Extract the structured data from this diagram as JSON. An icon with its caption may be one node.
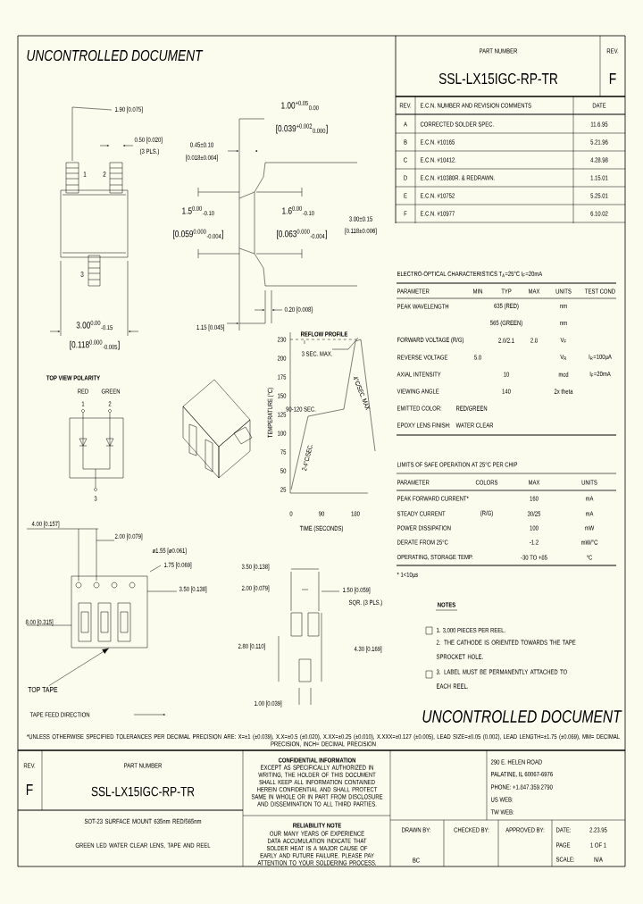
{
  "diagram": {
    "nodes": [
      {
        "text": [
          "TOP TAPE"
        ]
      },
      {
        "text": [],
        "shape": "box"
      }
    ],
    "edges": [
      {
        "from": 0,
        "to": 1,
        "arrow": "to"
      }
    ],
    "labels": [
      "UNCONTROLLED DOCUMENT",
      "PART NUMBER",
      "SSL-LX15IGC-RP-TR",
      "REV.",
      "F",
      "REV.",
      "E.C.N. NUMBER AND REVISION COMMENTS",
      "DATE",
      "A",
      "CORRECTED SOLDER SPEC.",
      "11.6.95",
      "B",
      "E.C.N. #10165",
      "5.21.96",
      "C",
      "E.C.N. #10412.",
      "4.28.98",
      "D",
      "E.C.N. #10380R. & REDRAWN.",
      "1.15.01",
      "E",
      "E.C.N. #10752",
      "5.25.01",
      "F",
      "E.C.N. #10977",
      "6.10.02",
      "ELECTRO-OPTICAL CHARACTERISTICS T$_{A}$=25°C     I$_{F}$=20mA",
      "PARAMETER",
      "MIN",
      "TYP",
      "MAX",
      "UNITS",
      "TEST COND",
      "PEAK WAVELENGTH",
      "635 (RED)",
      "nm",
      "565 (GREEN)",
      "nm",
      "FORWARD VOLTAGE (R/G)",
      "2.0/2.1",
      "2.8",
      "V$_{F}$",
      "REVERSE VOLTAGE",
      "5.0",
      "V$_{R}$",
      "I$_{R}$=100µA",
      "AXIAL INTENSITY",
      "10",
      "mcd",
      "I$_{F}$=20mA",
      "VIEWING ANGLE",
      "140",
      "2x theta",
      "EMITTED COLOR:",
      "RED/GREEN",
      "EPOXY LENS FINISH:",
      "WATER CLEAR",
      "LIMITS OF SAFE OPERATION AT 25°C PER CHIP",
      "PARAMETER",
      "COLORS",
      "MAX",
      "UNITS",
      "PEAK FORWARD CURRENT*",
      "160",
      "mA",
      "STEADY CURRENT",
      "(R/G)",
      "30/25",
      "mA",
      "POWER DISSIPATION",
      "100",
      "mW",
      "DERATE FROM 25°C",
      "-1.2",
      "mW/°C",
      "OPERATING, STORAGE TEMP.",
      "-30 TO +85",
      "°C",
      "* 1<10µs",
      "NOTES",
      "1. 3,000 PIECES PER REEL.",
      "2. THE CATHODE IS ORIENTED TOWARDS THE TAPE SPROCKET HOLE.",
      "3. LABEL MUST BE PERMANENTLY ATTACHED TO EACH REEL.",
      "UNCONTROLLED DOCUMENT",
      "*UNLESS OTHERWISE SPECIFIED TOLERANCES PER DECIMAL PRECISION ARE: X=±1 (±0.039), X.X=±0.5 (±0.020), X.XX=±0.25 (±0.010), X.XXX=±0.127 (±0.005), LEAD SIZE=±0.05 (0.002), LEAD LENGTH=±1.75 (±0.069), MM= DECIMAL PRECISION, INCH= DECIMAL PRECISION",
      "1.90 [0.075]",
      "0.50 [0.020]",
      "(3 PLS.)",
      "1",
      "2",
      "3",
      "3.00$^{0.00}$$_{-0.15}$",
      "[0.118$^{0.000}$$_{-0.005}$]",
      "1.00$^{+0.05}$$_{0.00}$",
      "[0.039$^{+0.002}$$_{0.000}$]",
      "0.45±0.10",
      "[0.018±0.004]",
      "1.5$^{0.00}$$_{-0.10}$",
      "[0.059$^{0.000}$$_{-0.004}$]",
      "1.6$^{0.00}$$_{-0.10}$",
      "[0.063$^{0.000}$$_{-0.004}$]",
      "3.00±0.15",
      "[0.118±0.006]",
      "0.20 [0.008]",
      "1.15 [0.045]",
      "REFLOW PROFILE",
      "230",
      "200",
      "175",
      "150",
      "125",
      "100",
      "75",
      "50",
      "25",
      "0",
      "90",
      "180",
      "TIME (SECONDS)",
      "TEMPERATURE (°C)",
      "3 SEC. MAX.",
      "90-120 SEC.",
      "2-4°C/SEC.",
      "4°C/SEC. MAX",
      "TOP VIEW POLARITY",
      "RED",
      "GREEN",
      "1",
      "2",
      "3",
      "4.00 [0.157]",
      "2.00 [0.079]",
      "ø1.55 [ø0.061]",
      "1.75 [0.069]",
      "3.50 [0.138]",
      "8.00 [0.315]",
      "TAPE FEED DIRECTION",
      "3.50 [0.138]",
      "2.00 [0.079]",
      "1.50 [0.059]",
      "SQR. (3 PLS.)",
      "2.80 [0.110]",
      "4.30 [0.169]",
      "1.00 [0.039]",
      "REV.",
      "F",
      "PART NUMBER",
      "SSL-LX15IGC-RP-TR",
      "SOT-23 SURFACE MOUNT 635nm RED/565nm GREEN LED WATER CLEAR LENS, TAPE AND REEL",
      "CONFIDENTIAL INFORMATION",
      "EXCEPT AS SPECIFICALLY AUTHORIZED IN WRITING, THE HOLDER OF THIS DOCUMENT SHALL KEEP ALL INFORMATION CONTAINED HEREIN CONFIDENTIAL AND SHALL PROTECT SAME IN WHOLE OR IN PART FROM DISCLOSURE AND DISSEMINATION TO ALL THIRD PARTIES.",
      "RELIABILITY NOTE",
      "OUR MANY YEARS OF EXPERIENCE DATA ACCUMULATION INDICATE THAT SOLDER HEAT IS A MAJOR CAUSE OF EARLY AND FUTURE FAILURE. PLEASE PAY ATTENTION TO YOUR SOLDERING PROCESS.",
      "290 E. HELEN ROAD",
      "PALATINE, IL 60067-6976",
      "PHONE: +1.847.359.2790",
      "US WEB:",
      "TW WEB:",
      "DRAWN BY:",
      "BC",
      "CHECKED BY:",
      "APPROVED BY:",
      "DATE:",
      "2.23.95",
      "PAGE",
      "1 OF 1",
      "SCALE:",
      "N/A"
    ]
  }
}
